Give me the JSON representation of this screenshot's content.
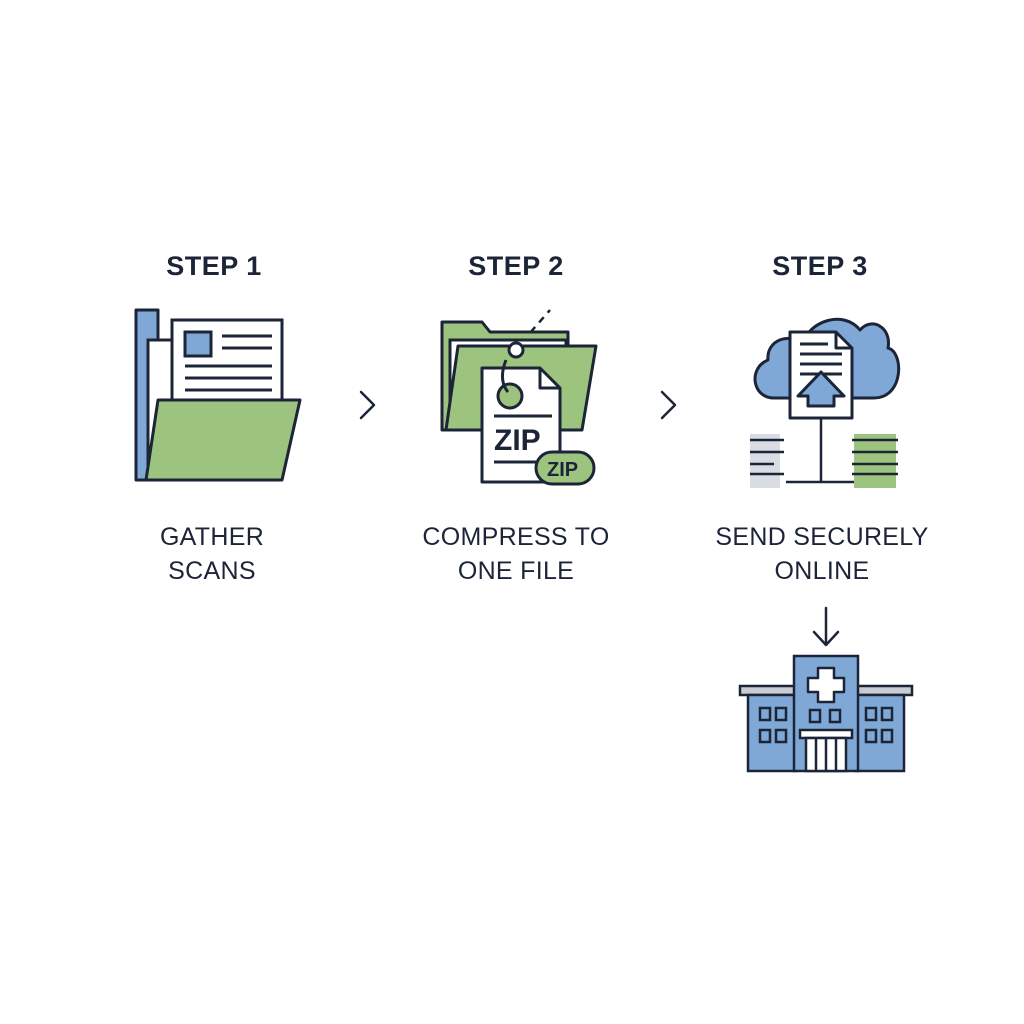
{
  "steps": [
    {
      "title": "STEP 1",
      "caption_line1": "GATHER",
      "caption_line2": "SCANS"
    },
    {
      "title": "STEP 2",
      "caption_line1": "COMPRESS TO",
      "caption_line2": "ONE FILE"
    },
    {
      "title": "STEP 3",
      "caption_line1": "SEND SECURELY",
      "caption_line2": "ONLINE"
    }
  ],
  "icons": {
    "step1": "folder-with-documents-icon",
    "step2": "zip-archive-icon",
    "step3": "cloud-upload-icon",
    "destination": "hospital-icon"
  },
  "zip_text": "ZIP",
  "colors": {
    "ink": "#1c2438",
    "green": "#9cc47f",
    "blue": "#7fa8d6",
    "light_blue": "#a9c6e6",
    "grey": "#d9dde3"
  }
}
